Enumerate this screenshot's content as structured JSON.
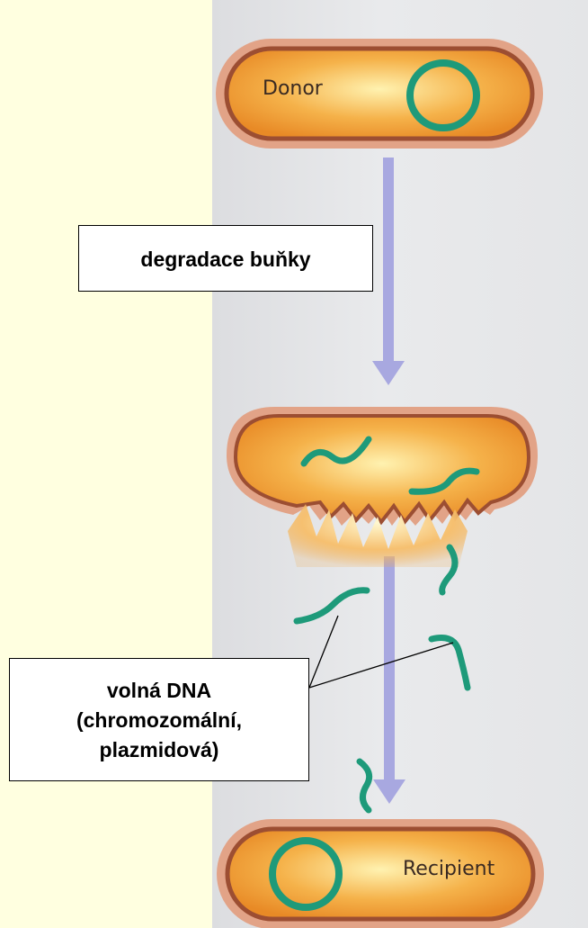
{
  "cells": {
    "donor_label": "Donor",
    "recipient_label": "Recipient"
  },
  "callouts": {
    "degradation": "degradace buňky",
    "free_dna": [
      "volná DNA",
      "(chromozomální,",
      "plazmidová)"
    ]
  },
  "colors": {
    "background": "#ffffe0",
    "cell_fill": "#f0a030",
    "cell_border": "#a35a3c",
    "dna": "#1e9a7a",
    "arrow": "#a8a8e0"
  }
}
